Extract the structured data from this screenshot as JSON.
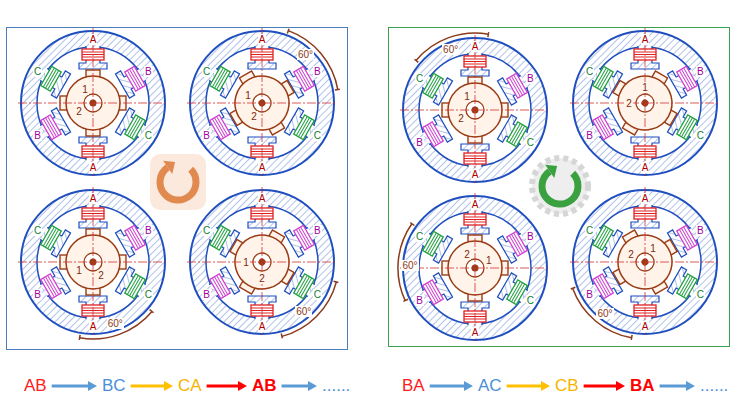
{
  "diagram": {
    "nodes": [
      {
        "text": [
          "AB"
        ]
      },
      {
        "text": [
          "BC"
        ]
      },
      {
        "text": [
          "CA"
        ]
      },
      {
        "text": [
          "AB"
        ]
      },
      {
        "text": [
          "......"
        ]
      },
      {
        "text": [
          "BA"
        ]
      },
      {
        "text": [
          "AC"
        ]
      },
      {
        "text": [
          "CB"
        ]
      },
      {
        "text": [
          "BA"
        ]
      },
      {
        "text": [
          "......"
        ]
      }
    ],
    "edges": [
      {
        "from": 0,
        "to": 1,
        "arrow": "to"
      },
      {
        "from": 1,
        "to": 2,
        "arrow": "to"
      },
      {
        "from": 2,
        "to": 3,
        "arrow": "to"
      },
      {
        "from": 3,
        "to": 4,
        "arrow": "to"
      },
      {
        "from": 5,
        "to": 6,
        "arrow": "to"
      },
      {
        "from": 6,
        "to": 7,
        "arrow": "to"
      },
      {
        "from": 7,
        "to": 8,
        "arrow": "to"
      },
      {
        "from": 8,
        "to": 9,
        "arrow": "to"
      }
    ],
    "labels": [
      "A",
      "B",
      "C",
      "A",
      "B",
      "C",
      "1",
      "2",
      "A",
      "B",
      "C",
      "A",
      "B",
      "C",
      "1",
      "2",
      "60°",
      "A",
      "B",
      "C",
      "A",
      "B",
      "C",
      "1",
      "2",
      "60°",
      "A",
      "B",
      "C",
      "A",
      "B",
      "C",
      "1",
      "2",
      "60°",
      "A",
      "B",
      "C",
      "A",
      "B",
      "C",
      "1",
      "2",
      "60°",
      "A",
      "B",
      "C",
      "A",
      "B",
      "C",
      "1",
      "2",
      "A",
      "B",
      "C",
      "A",
      "B",
      "C",
      "1",
      "2",
      "60°",
      "A",
      "B",
      "C",
      "A",
      "B",
      "C",
      "1",
      "2",
      "60°"
    ]
  }
}
